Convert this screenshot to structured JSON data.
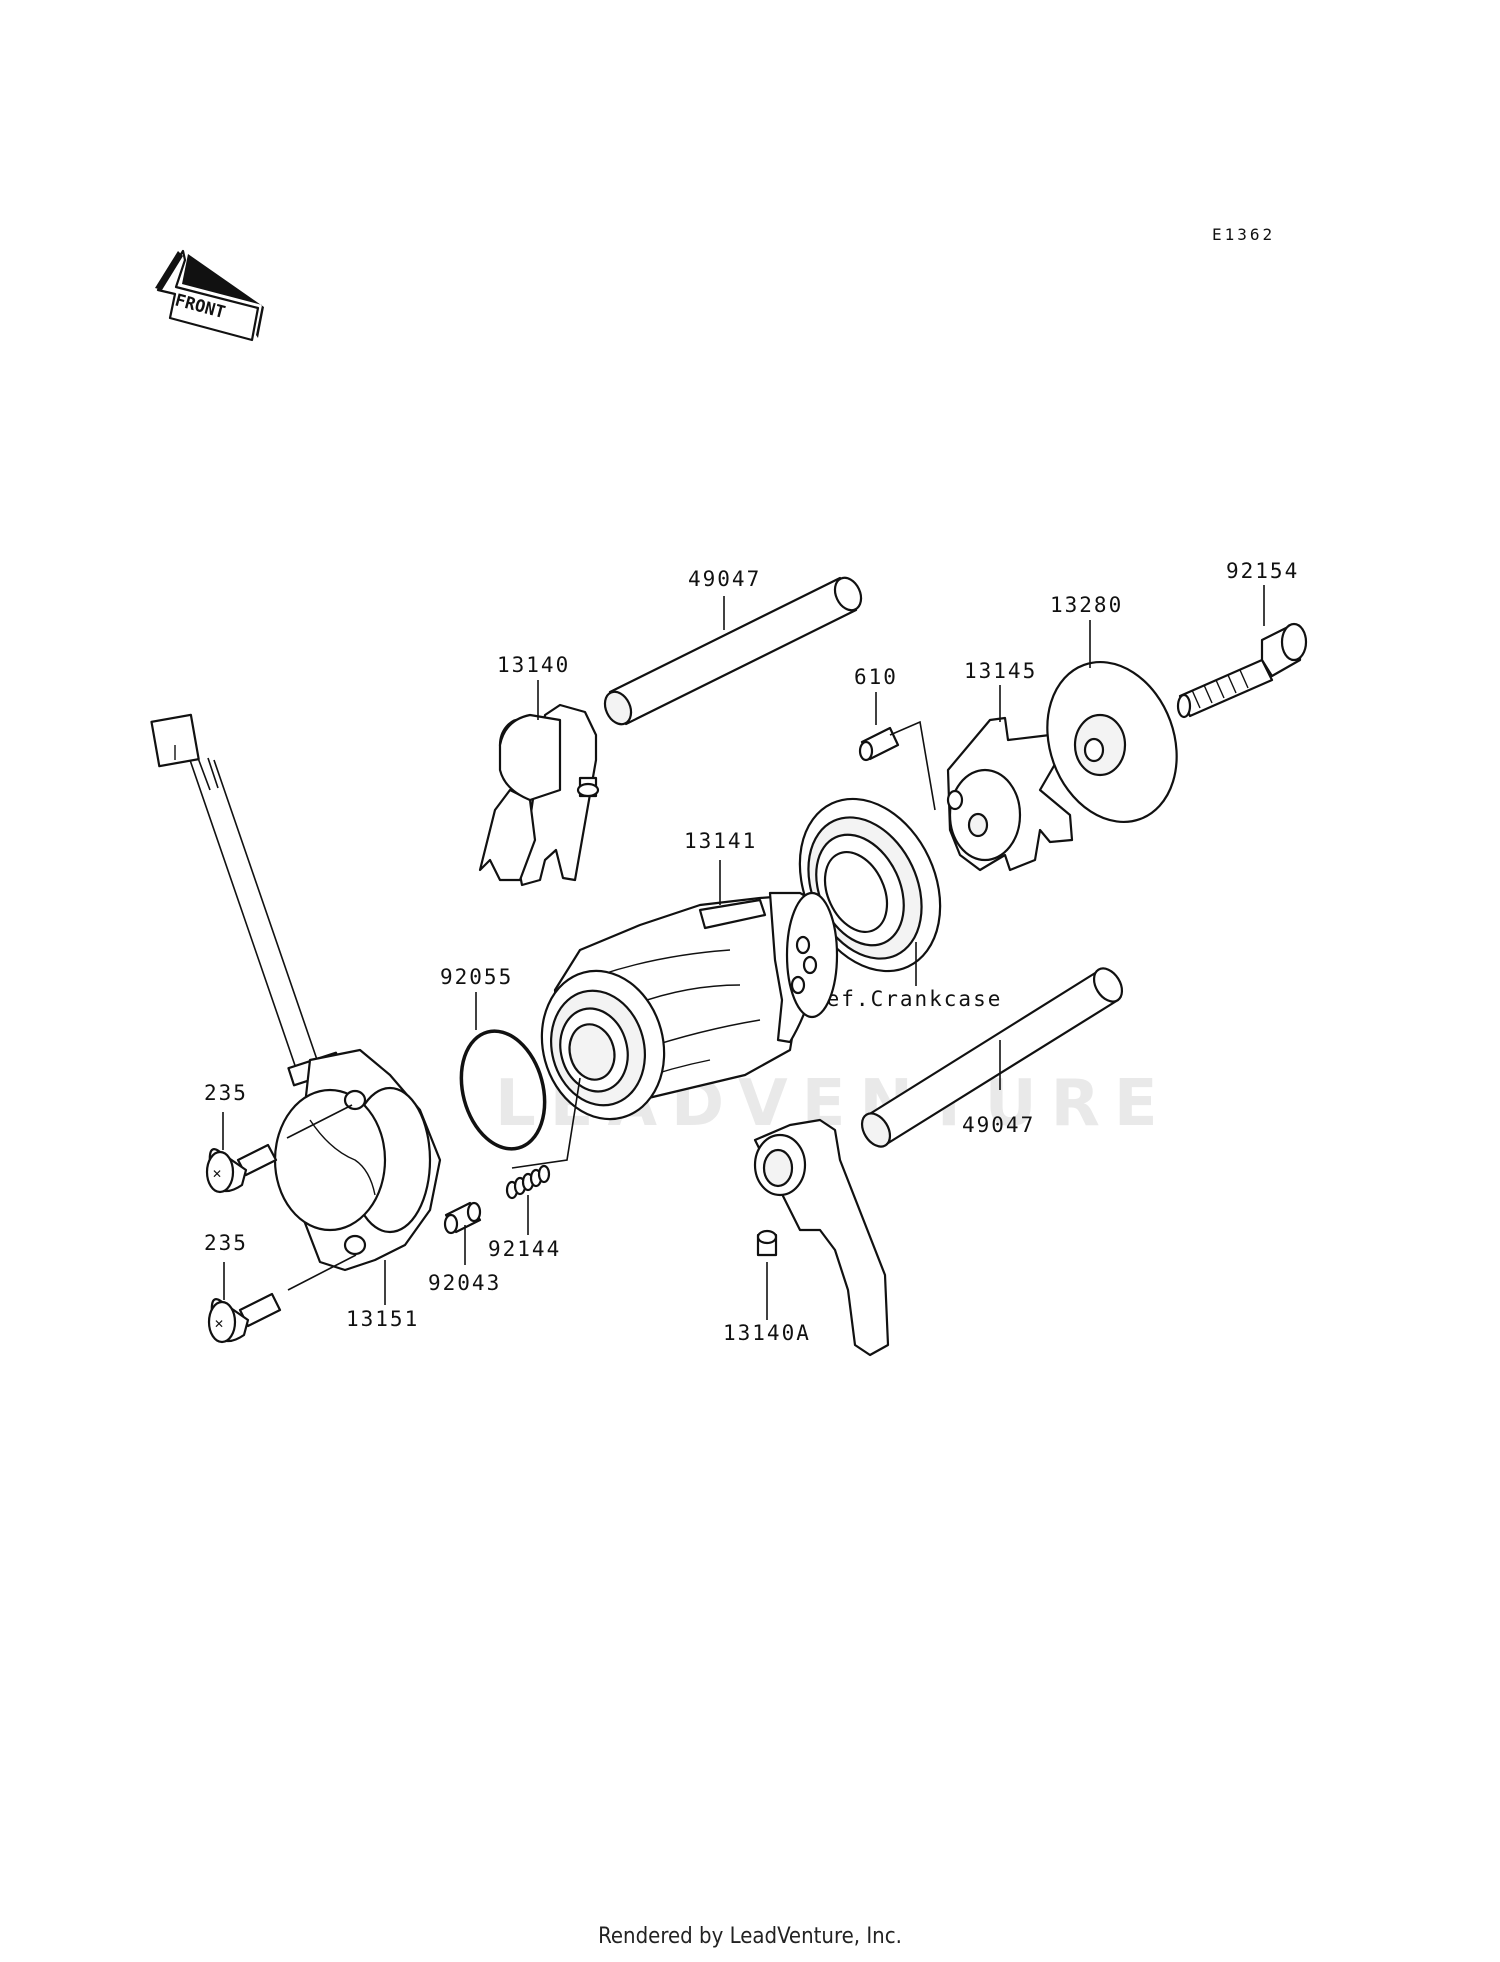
{
  "diagram_code": "E1362",
  "front_label": "FRONT",
  "watermark": "LEADVENTURE",
  "footer": "Rendered by LeadVenture, Inc.",
  "parts": [
    {
      "id": "p-49047-top",
      "number": "49047"
    },
    {
      "id": "p-13140",
      "number": "13140"
    },
    {
      "id": "p-610",
      "number": "610"
    },
    {
      "id": "p-13145",
      "number": "13145"
    },
    {
      "id": "p-13280",
      "number": "13280"
    },
    {
      "id": "p-92154",
      "number": "92154"
    },
    {
      "id": "p-13141",
      "number": "13141"
    },
    {
      "id": "p-ref",
      "number": "Ref.Crankcase"
    },
    {
      "id": "p-92055",
      "number": "92055"
    },
    {
      "id": "p-49047-bottom",
      "number": "49047"
    },
    {
      "id": "p-235-top",
      "number": "235"
    },
    {
      "id": "p-235-bottom",
      "number": "235"
    },
    {
      "id": "p-92144",
      "number": "92144"
    },
    {
      "id": "p-92043",
      "number": "92043"
    },
    {
      "id": "p-13151",
      "number": "13151"
    },
    {
      "id": "p-13140a",
      "number": "13140A"
    }
  ]
}
